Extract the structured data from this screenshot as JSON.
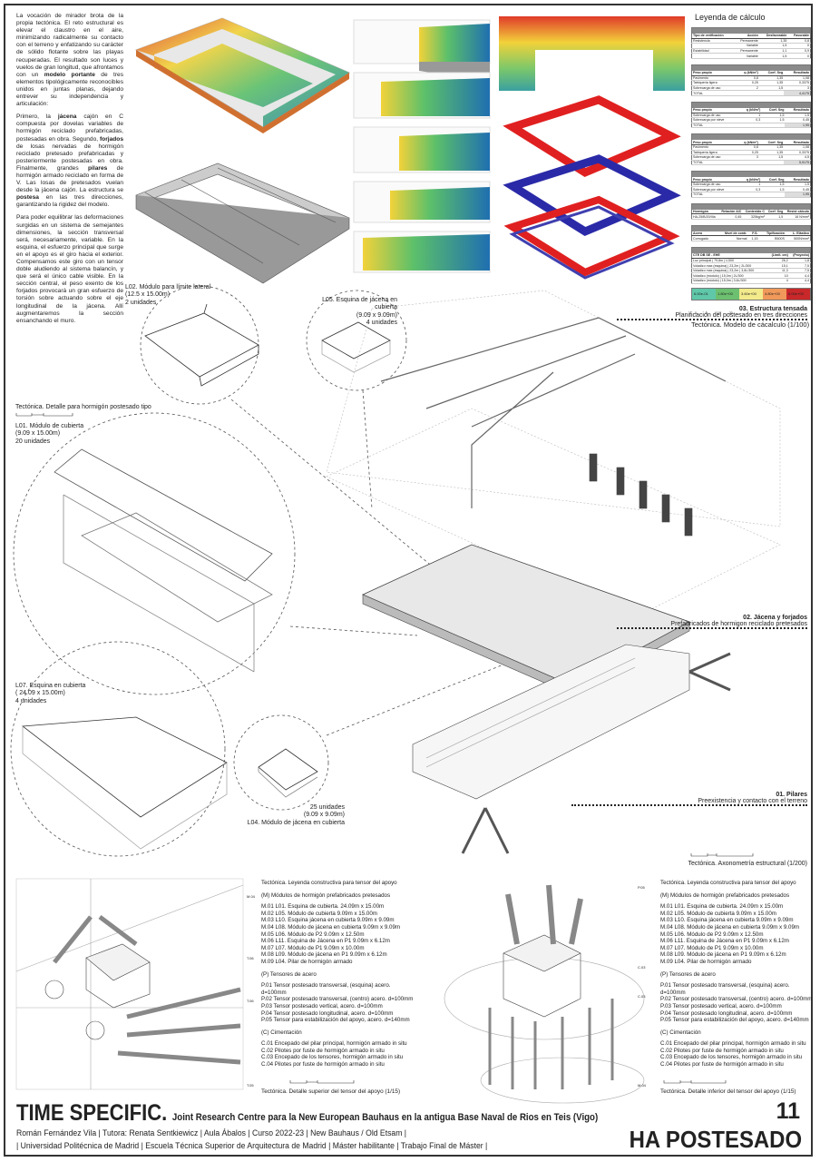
{
  "intro": {
    "p1_a": "La vocación de mirador brota de la propia tectónica. El reto estructural es elevar el claustro en el aire, minimizando radicalmente su contacto con el terreno y enfatizando su carácter de sólido flotante sobre las playas recuperadas. El resultado son luces y vuelos de gran longitud, que afrontamos con un ",
    "p1_b": "modelo portante",
    "p1_c": " de tres elementos tipológicamente reconocibles unidos en juntas planas, dejando entrever su independencia y articulación:",
    "p2_a": "Primero, la ",
    "p2_b": "jácena",
    "p2_c": " cajón en C compuesta por dovelas variables de hormigón reciclado prefabricadas, postesadas en obra. Segundo, ",
    "p2_d": "forjados",
    "p2_e": " de losas nervadas de hormigón reciclado pretesado prefabricadas y posteriormente postesadas en obra. Finalmente, grandes ",
    "p2_f": "pilares",
    "p2_g": " de hormigón armado reciclado en forma de V. Las losas de pretesados vuelan desde la jácena cajón. La estructura se ",
    "p2_h": "postesa",
    "p2_i": " en las tres direcciones, garantizando la rigidez del modelo.",
    "p3": "Para poder equilibrar las deformaciones surgidas en un sistema de semejantes dimensiones, la sección transversal será, necesariamente, variable. En la esquina, el esfuerzo principal que surge en el apoyo es el giro hacia el exterior. Compensamos este giro con un tensor doble aludiendo al sistema balancín, y que será el único cable visible. En la sección central, el peso exento de los forjados provocará un gran esfuerzo de torsión sobre actuando sobre el eje longitudinal de la jácena. Allí augmentaremos la sección ensanchando el muro."
  },
  "legend": {
    "title": "Leyenda de cálculo",
    "caption": "Tectónica. Modelo de cácalculo (1/100)",
    "scale_ticks": [
      "0",
      "5",
      "10",
      "20"
    ],
    "tables": [
      {
        "head": [
          "Tipo de verificación",
          "Acción",
          "Desfavorable",
          "Favorable"
        ],
        "rows": [
          [
            "Resistencia",
            "Permanente",
            "1,35",
            "0,8"
          ],
          [
            "",
            "Variable",
            "1,5",
            "0"
          ],
          [
            "Estabilidad",
            "Permanente",
            "1,1",
            "0,9"
          ],
          [
            "",
            "Variable",
            "1,5",
            "0"
          ]
        ]
      },
      {
        "head": [
          "Peso propio",
          "q (kN/m²)",
          "Coef. Seg",
          "Resultado"
        ],
        "rows": [
          [
            "Pavimento",
            "0,8",
            "1,35",
            "1,08"
          ],
          [
            "Tabiquería ligera",
            "0,25",
            "1,35",
            "0,3375"
          ],
          [
            "Sobrecarga de uso",
            "2",
            "1,5",
            "3"
          ],
          [
            "TOTAL",
            "",
            "",
            "4,4175"
          ]
        ]
      },
      {
        "head": [
          "Peso propio",
          "q (kN/m²)",
          "Coef. Seg",
          "Resultado"
        ],
        "rows": [
          [
            "Sobrecarga de uso",
            "1",
            "1,5",
            "1,5"
          ],
          [
            "Sobrecarga por nieve",
            "0,3",
            "1,5",
            "0,45"
          ],
          [
            "TOTAL",
            "",
            "",
            "1,95"
          ]
        ]
      },
      {
        "head": [
          "Peso propio",
          "q (kN/m²)",
          "Coef. Seg",
          "Resultado"
        ],
        "rows": [
          [
            "Pavimento",
            "0,8",
            "1,35",
            "1,08"
          ],
          [
            "Tabiquería ligera",
            "0,25",
            "1,35",
            "0,3375"
          ],
          [
            "Sobrecarga de uso",
            "3",
            "1,5",
            "4,5"
          ],
          [
            "TOTAL",
            "",
            "",
            "5,9175"
          ]
        ]
      },
      {
        "head": [
          "Peso propio",
          "q (kN/m²)",
          "Coef. Seg",
          "Resultado"
        ],
        "rows": [
          [
            "Sobrecarga de uso",
            "1",
            "1,5",
            "1,5"
          ],
          [
            "Sobrecarga por nieve",
            "0,3",
            "1,5",
            "0,45"
          ],
          [
            "TOTAL",
            "",
            "",
            "1,95"
          ]
        ]
      },
      {
        "head": [
          "Hormigón",
          "Relación A/C",
          "Contenido C",
          "Coef. Seg",
          "Resist cálculo"
        ],
        "rows": [
          [
            "HA-25/B/20/IIIa",
            "0,45",
            "325kg/m³",
            "1,5",
            "16 N/mm²"
          ]
        ]
      },
      {
        "head": [
          "Acero",
          "Nivel de contr.",
          "F.S.",
          "Tipificación",
          "L. Elástico"
        ],
        "rows": [
          [
            "Corrugado",
            "Normal",
            "1,15",
            "B500S",
            "500N/mm²"
          ]
        ]
      },
      {
        "head": [
          "CTE DB SE - EHE",
          "",
          "(Limit. cm)",
          "(Proyecto)"
        ],
        "rows": [
          [
            "Luz principal | 79,8m | L/300",
            "",
            "26,2",
            "1,8"
          ],
          [
            "Voladizo max (esquina) | 23,2m | 2L/300",
            "",
            "15,1",
            "7,5"
          ],
          [
            "Voladizo max (esquina) | 23,2m | 3,6L/300",
            "",
            "11,3",
            "7,5"
          ],
          [
            "Voladizo (módulo) | 15,0m | 2L/300",
            "",
            "10",
            "4,4"
          ],
          [
            "Voladizo (módulo) | 15,0m | 3,6L/300",
            "",
            "4",
            "4,4"
          ]
        ]
      }
    ],
    "color_scale": [
      {
        "label": "6.00e-01",
        "color": "#5fc8a8"
      },
      {
        "label": "1.80e+00",
        "color": "#6cc070"
      },
      {
        "label": "3.60e+00",
        "color": "#f3ea8c"
      },
      {
        "label": "4.80e+00",
        "color": "#f0995a"
      },
      {
        "label": "6.00e+00",
        "color": "#c8282a"
      }
    ]
  },
  "modules": {
    "l02": {
      "name": "L02. Módulo para límite lateral",
      "dims": "(12.5 x 15.00m)",
      "units": "2 unidades"
    },
    "l05": {
      "name": "L05. Esquina de jácena en cubierta",
      "dims": "(9.09 x 9.09m)",
      "units": "4 unidades"
    },
    "detail_title": "Tectónica. Detalle para hormigón postesado tipo",
    "l01": {
      "name": "L01. Módulo de cubierta",
      "dims": "(9.09 x 15.00m)",
      "units": "20 unidades"
    },
    "l07": {
      "name": "L07. Esquina en cubierta",
      "dims": "( 24.09 x 15.00m)",
      "units": "4 unidades"
    },
    "l04": {
      "units": "25 unidades",
      "dims": "(9.09 x 9.09m)",
      "name": "L04. Módulo de jácena en cubierta"
    }
  },
  "sections": [
    {
      "title": "03. Estructura tensada",
      "subtitle": "Planificación del postesado en tres direcciones"
    },
    {
      "title": "02. Jácena y forjados",
      "subtitle": "Prefabricados de hormigon   reciclado pretesados"
    },
    {
      "title": "01. Pilares",
      "subtitle": "Preexistencia y contacto con el terreno"
    }
  ],
  "axo_caption": "Tectónica. Axonometría estructural (1/200)",
  "details": {
    "legend_title": "Tectónica. Leyenda constructiva para tensor del apoyo",
    "m_title": "(M) Módulos de hormigón prefabricados pretesados",
    "m_items": [
      "M.01 L01. Esquina de cubierta. 24.09m x 15.00m",
      "M.02 L05. Módulo de cubierta 9.09m x 15.00m",
      "M.03 L10. Esquina jácena en cubierta 9.09m x 9.09m",
      "M.04 L08. Módulo de jácena en cubierta 9.09m x 9.09m",
      "M.05 L06. Módulo de P2 9.09m x 12.50m",
      "M.06 L11. Esquina de Jácena en P1 9.09m x 6.12m",
      "M.07 L07. Módulo de P1 9.09m x 10.00m",
      "M.08 L09. Módulo de jácena en P1 9.09m x 6.12m",
      "M.09 L04. Pilar de hormigón armado"
    ],
    "p_title": "(P) Tensores de acero",
    "p_items": [
      "P.01 Tensor postesado transversal, (esquina) acero.",
      "d=100mm",
      "P.02 Tensor postesado transversal, (centro) acero. d=100mm",
      "P.03 Tensor postesado vertical, acero. d=100mm",
      "P.04 Tensor postesado longitudinal, acero. d=100mm",
      "P.05 Tensor para estabilización del apoyo, acero. d=140mm"
    ],
    "c_title": "(C) Cimentación",
    "c_items": [
      "C.01 Encepado del pilar principal, hormigón armado in situ",
      "C.02 Pilotes por fuste de hormigón armado in situ",
      "C.03 Encepado de los tensores, hormigón armado in situ",
      "C.04 Pilotes por fuste de hormigón armado in situ"
    ],
    "caption_upper": "Tectónica. Detalle superior del tensor del apoyo (1/15)",
    "caption_lower": "Tectónica. Detalle inferior del tensor del apoyo (1/15)",
    "upper_tags": [
      "M.04",
      "T.06",
      "T.06",
      "T.05"
    ],
    "lower_tags": [
      "P.05",
      "C.03",
      "C.03",
      "M.04"
    ]
  },
  "footer": {
    "title": "TIME SPECIFIC.",
    "subtitle": "Joint Research Centre para la New European Bauhaus en la antigua Base Naval de Rios en Teis (Vigo)",
    "credits1": "Román Fernández Vila | Tutora: Renata Sentkiewicz | Aula Ábalos | Curso 2022-23 | New Bauhaus / Old Etsam |",
    "credits2": "| Universidad Politécnica de Madrid | Escuela Técnica Superior de Arquitectura de Madrid | Máster habilitante | Trabajo Final de Máster |",
    "page": "11",
    "section": "HA POSTESADO"
  }
}
